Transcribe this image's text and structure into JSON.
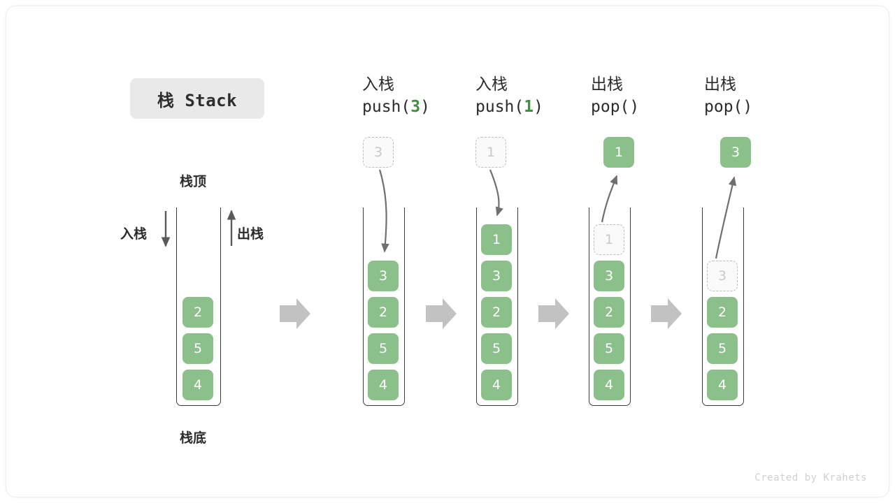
{
  "title": {
    "text": "栈 Stack"
  },
  "footer": {
    "text": "Created by Krahets"
  },
  "labels": {
    "top": "栈顶",
    "bottom": "栈底",
    "push": "入栈",
    "pop": "出栈"
  },
  "initial_stack": {
    "cells": [
      "2",
      "5",
      "4"
    ],
    "top_label": "栈顶",
    "bottom_label": "栈底",
    "push_label": "入栈",
    "pop_label": "出栈"
  },
  "steps": [
    {
      "id": "push-3",
      "op_cn": "入栈",
      "code_prefix": "push(",
      "code_arg": "3",
      "code_suffix": ")",
      "floating_cell": {
        "value": "3",
        "style": "ghost"
      },
      "stack": [
        {
          "value": "3",
          "style": "filled"
        },
        {
          "value": "2",
          "style": "filled"
        },
        {
          "value": "5",
          "style": "filled"
        },
        {
          "value": "4",
          "style": "filled"
        }
      ]
    },
    {
      "id": "push-1",
      "op_cn": "入栈",
      "code_prefix": "push(",
      "code_arg": "1",
      "code_suffix": ")",
      "floating_cell": {
        "value": "1",
        "style": "ghost"
      },
      "stack": [
        {
          "value": "1",
          "style": "filled"
        },
        {
          "value": "3",
          "style": "filled"
        },
        {
          "value": "2",
          "style": "filled"
        },
        {
          "value": "5",
          "style": "filled"
        },
        {
          "value": "4",
          "style": "filled"
        }
      ]
    },
    {
      "id": "pop-1",
      "op_cn": "出栈",
      "code_prefix": "pop(",
      "code_arg": "",
      "code_suffix": ")",
      "floating_cell": {
        "value": "1",
        "style": "filled"
      },
      "stack": [
        {
          "value": "1",
          "style": "ghost"
        },
        {
          "value": "3",
          "style": "filled"
        },
        {
          "value": "2",
          "style": "filled"
        },
        {
          "value": "5",
          "style": "filled"
        },
        {
          "value": "4",
          "style": "filled"
        }
      ]
    },
    {
      "id": "pop-3",
      "op_cn": "出栈",
      "code_prefix": "pop(",
      "code_arg": "",
      "code_suffix": ")",
      "floating_cell": {
        "value": "3",
        "style": "filled"
      },
      "stack": [
        {
          "value": "3",
          "style": "ghost"
        },
        {
          "value": "2",
          "style": "filled"
        },
        {
          "value": "5",
          "style": "filled"
        },
        {
          "value": "4",
          "style": "filled"
        }
      ]
    }
  ],
  "colors": {
    "cell_green": "#8bc08a",
    "ghost_border": "#bdbdbd",
    "arrow_gray": "#c0c0c0",
    "connector_gray": "#707070",
    "tube_stroke": "#3c3c3c",
    "badge_bg": "#e9e9e9",
    "code_accent": "#3f8f3f"
  }
}
